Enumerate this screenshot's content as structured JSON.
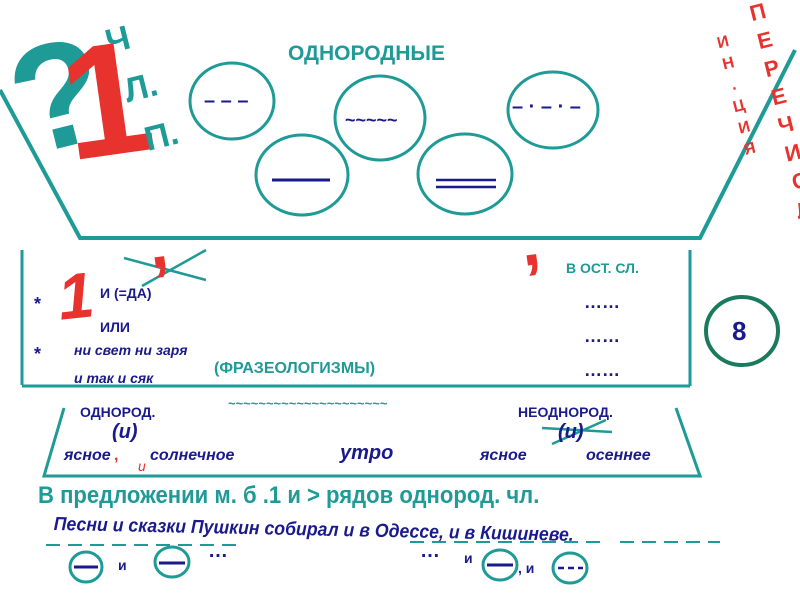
{
  "top": {
    "title": "ОДНОРОДНЫЕ",
    "question": "?",
    "digit_one": "1",
    "vertical_left": [
      "Ч",
      "Л.",
      "П."
    ],
    "vertical_right_big": [
      "П",
      "Е",
      "Р",
      "Е",
      "Ч",
      "И",
      "С",
      "Л."
    ],
    "vertical_right_small": [
      "И",
      "Н",
      ".",
      "Ц",
      "И",
      "Я"
    ],
    "circle_marks": [
      "– – –",
      "~~~~~",
      "– · – · –"
    ]
  },
  "middle": {
    "comma": ",",
    "crossed_comma": ",",
    "big_one": "1",
    "asterisks": [
      "*",
      "*"
    ],
    "conj_i_da": "И (=ДА)",
    "conj_ili": "ИЛИ",
    "phrase1": "ни свет ни заря",
    "phrase2": "и так и сяк",
    "phraseologisms": "(ФРАЗЕОЛОГИЗМЫ)",
    "other_cases": "В ОСТ. СЛ.",
    "dots": [
      "……",
      "……",
      "……"
    ],
    "badge_number": "8"
  },
  "lower": {
    "homogeneous": "ОДНОРОД.",
    "tilde_line": "~~~~~~~~~~~~~~~~~~~~~",
    "heterogeneous": "НЕОДНОРОД.",
    "i_paren_left": "(и)",
    "i_paren_right": "(и)",
    "word_yasnoe": "ясное",
    "comma_red": ",",
    "word_solnechnoe": "солнечное",
    "small_i": "и",
    "word_utro": "утро",
    "word_yasnoe2": "ясное",
    "word_osennee": "осеннее"
  },
  "bottom": {
    "rule_title": "В предложении м. б .1 и > рядов однород. чл.",
    "example": "Песни и сказки Пушкин собирал и в Одессе, и в Кишиневе.",
    "scheme_i1": "и",
    "scheme_dots1": "…",
    "scheme_dots2": "…",
    "scheme_i2": "и",
    "scheme_i3": ", и"
  },
  "colors": {
    "teal": "#1e9a97",
    "navy": "#1a1a8c",
    "red": "#e8322d",
    "background": "#ffffff"
  }
}
